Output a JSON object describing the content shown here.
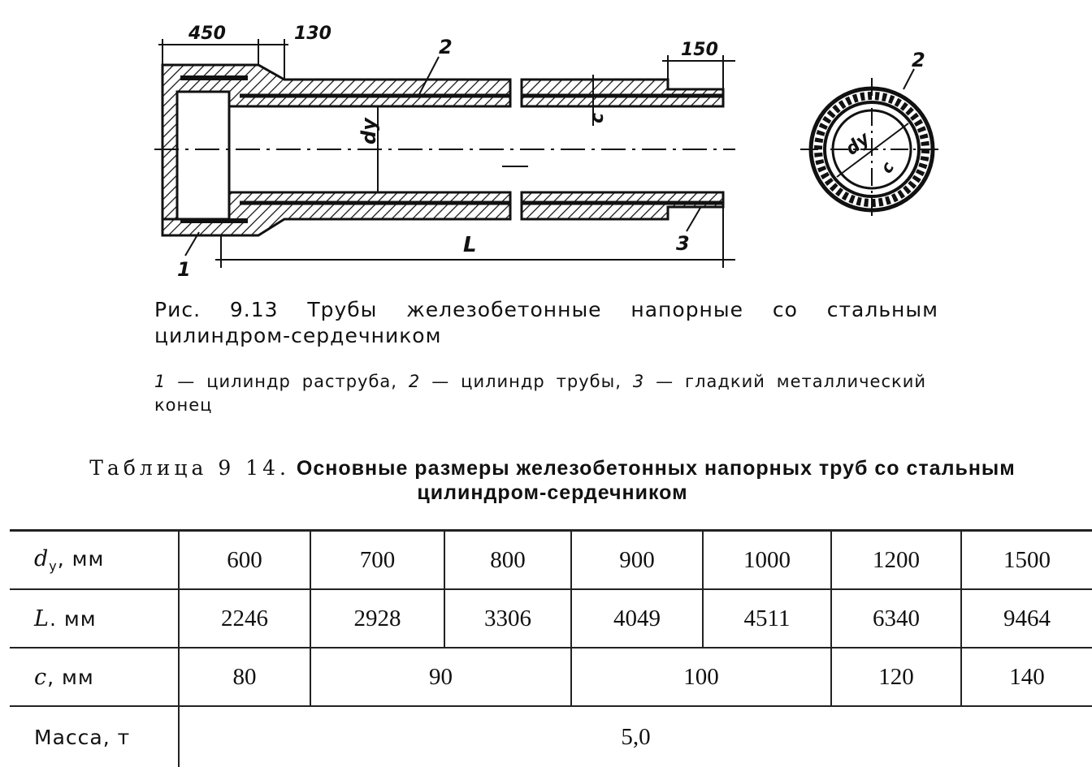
{
  "figure": {
    "dim_labels": [
      "450",
      "130",
      "150",
      "L"
    ],
    "callouts": [
      "1",
      "2",
      "3"
    ],
    "dia_label": "dy",
    "c_label": "c",
    "end_callout": "2",
    "end_dia_label": "dy",
    "end_c_label": "c"
  },
  "caption": {
    "text": "Рис. 9.13 Трубы железобетонные напорные со стальным цилиндром-сердечником"
  },
  "legend": {
    "n1": "1",
    "t1": " — цилиндр раструба, ",
    "n2": "2",
    "t2": " — цилиндр трубы, ",
    "n3": "3",
    "t3": " — гладкий металлический конец"
  },
  "table": {
    "label": "Таблица 9 14.",
    "title": "Основные размеры железобетонных напорных труб со стальным цилиндром-сердечником",
    "rows": {
      "dy": {
        "sym": "d",
        "sub": "у",
        "unit": ", мм",
        "values": [
          "600",
          "700",
          "800",
          "900",
          "1000",
          "1200",
          "1500"
        ]
      },
      "L": {
        "sym": "L",
        "unit": ". мм",
        "values": [
          "2246",
          "2928",
          "3306",
          "4049",
          "4511",
          "6340",
          "9464"
        ]
      },
      "c": {
        "sym": "c",
        "unit": ", мм",
        "values": [
          "80",
          "90",
          "100",
          "120",
          "140"
        ]
      },
      "mass": {
        "label": "Масса, т",
        "value": "5,0"
      }
    }
  }
}
